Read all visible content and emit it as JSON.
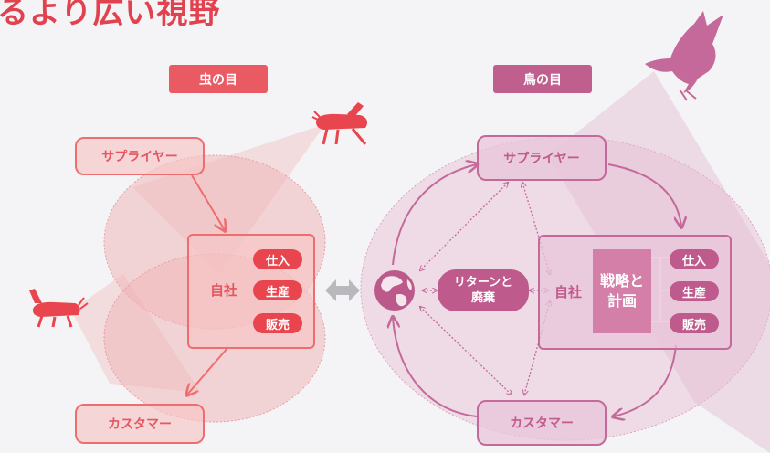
{
  "title": "るより広い視野",
  "bug_eye": {
    "label": "虫の目",
    "supplier": "サプライヤー",
    "company": "自社",
    "items": [
      "仕入",
      "生産",
      "販売"
    ],
    "customer": "カスタマー"
  },
  "bird_eye": {
    "label": "鳥の目",
    "supplier": "サプライヤー",
    "company": "自社",
    "strategy": [
      "戦略と",
      "計画"
    ],
    "items": [
      "仕入",
      "生産",
      "販売"
    ],
    "customer": "カスタマー",
    "returns": [
      "リターンと",
      "廃棄"
    ]
  },
  "icons": {
    "bug_top": "grasshopper-icon",
    "bug_left": "grasshopper-icon",
    "bird": "bird-icon",
    "globe": "globe-icon",
    "center_arrow": "double-arrow-icon"
  },
  "colors": {
    "title": "#e0434f",
    "bug_accent": "#ea5a63",
    "bird_accent": "#c05f8e"
  }
}
